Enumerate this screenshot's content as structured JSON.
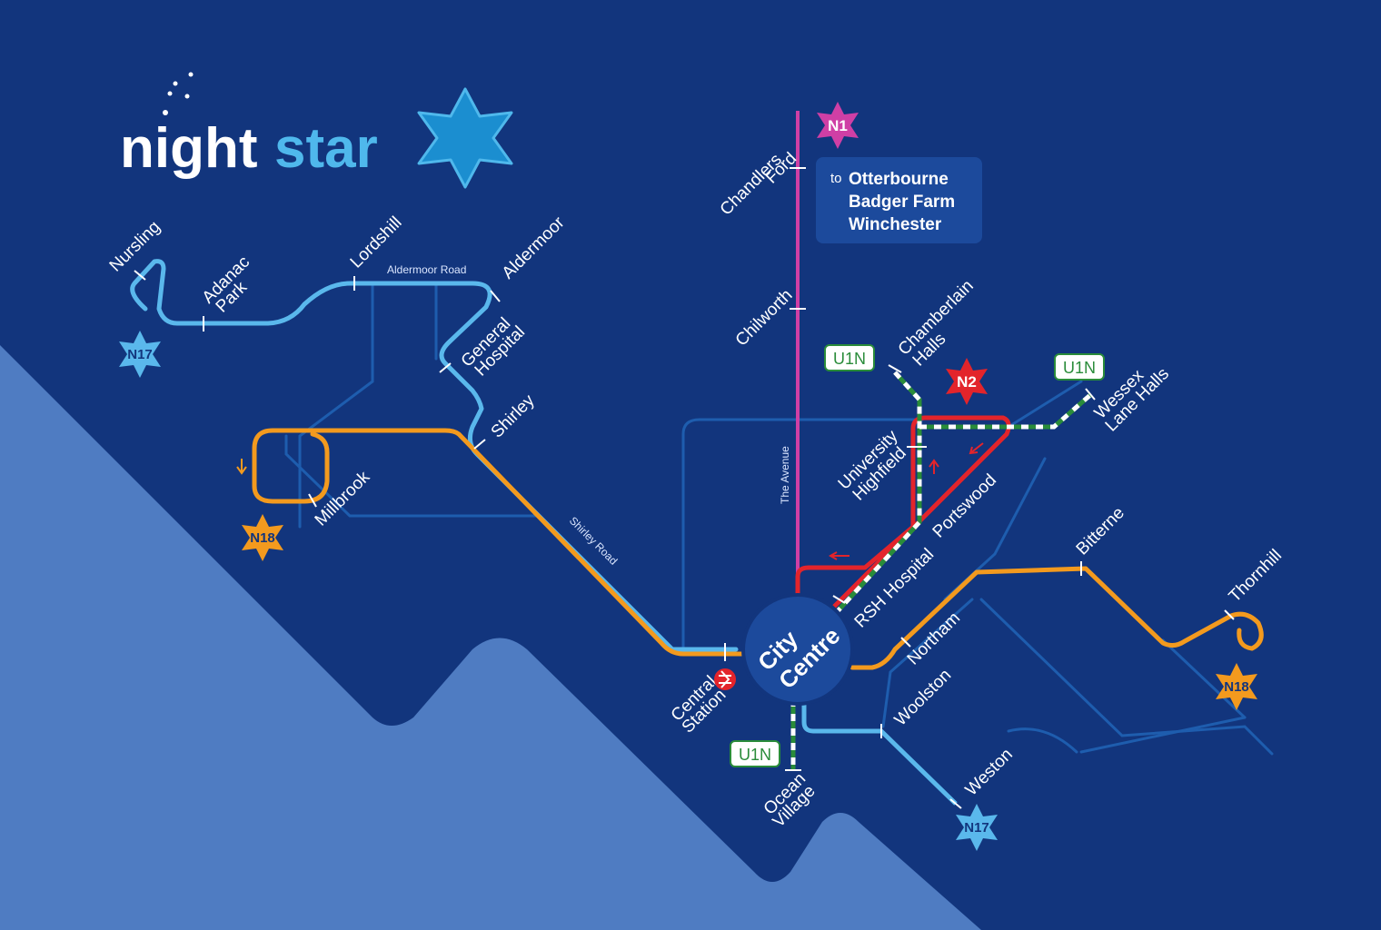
{
  "logo": {
    "part1": "night",
    "part2": "star"
  },
  "colors": {
    "background": "#12357d",
    "hills": "#4f7cc2",
    "n1": "#cf3fa5",
    "n2": "#e3242b",
    "n17": "#5ab8ec",
    "n18": "#f39a1e",
    "u1n": "#2a8c3a",
    "minor_roads": "#1e5dae",
    "city_centre": "#1c4a9c"
  },
  "routes": {
    "n1": "N1",
    "n2": "N2",
    "n17": "N17",
    "n18": "N18",
    "u1n": "U1N"
  },
  "city_centre": {
    "line1": "City",
    "line2": "Centre"
  },
  "destination_box": {
    "prefix": "to",
    "lines": [
      "Otterbourne",
      "Badger Farm",
      "Winchester"
    ]
  },
  "stops": {
    "nursling": "Nursling",
    "adanac_1": "Adanac",
    "adanac_2": "Park",
    "lordshill": "Lordshill",
    "aldermoor": "Aldermoor",
    "general_1": "General",
    "general_2": "Hospital",
    "shirley": "Shirley",
    "millbrook": "Millbrook",
    "central_1": "Central",
    "central_2": "Station",
    "chandlers_1": "Chandlers",
    "chandlers_2": "Ford",
    "chilworth": "Chilworth",
    "chamberlain_1": "Chamberlain",
    "chamberlain_2": "Halls",
    "wessex_1": "Wessex",
    "wessex_2": "Lane Halls",
    "university_1": "University",
    "university_2": "Highfield",
    "portswood": "Portswood",
    "rsh": "RSH Hospital",
    "northam": "Northam",
    "bitterne": "Bitterne",
    "thornhill": "Thornhill",
    "woolston": "Woolston",
    "weston": "Weston",
    "ocean_1": "Ocean",
    "ocean_2": "Village"
  },
  "roads": {
    "aldermoor_road": "Aldermoor Road",
    "shirley_road": "Shirley Road",
    "the_avenue": "The Avenue"
  }
}
